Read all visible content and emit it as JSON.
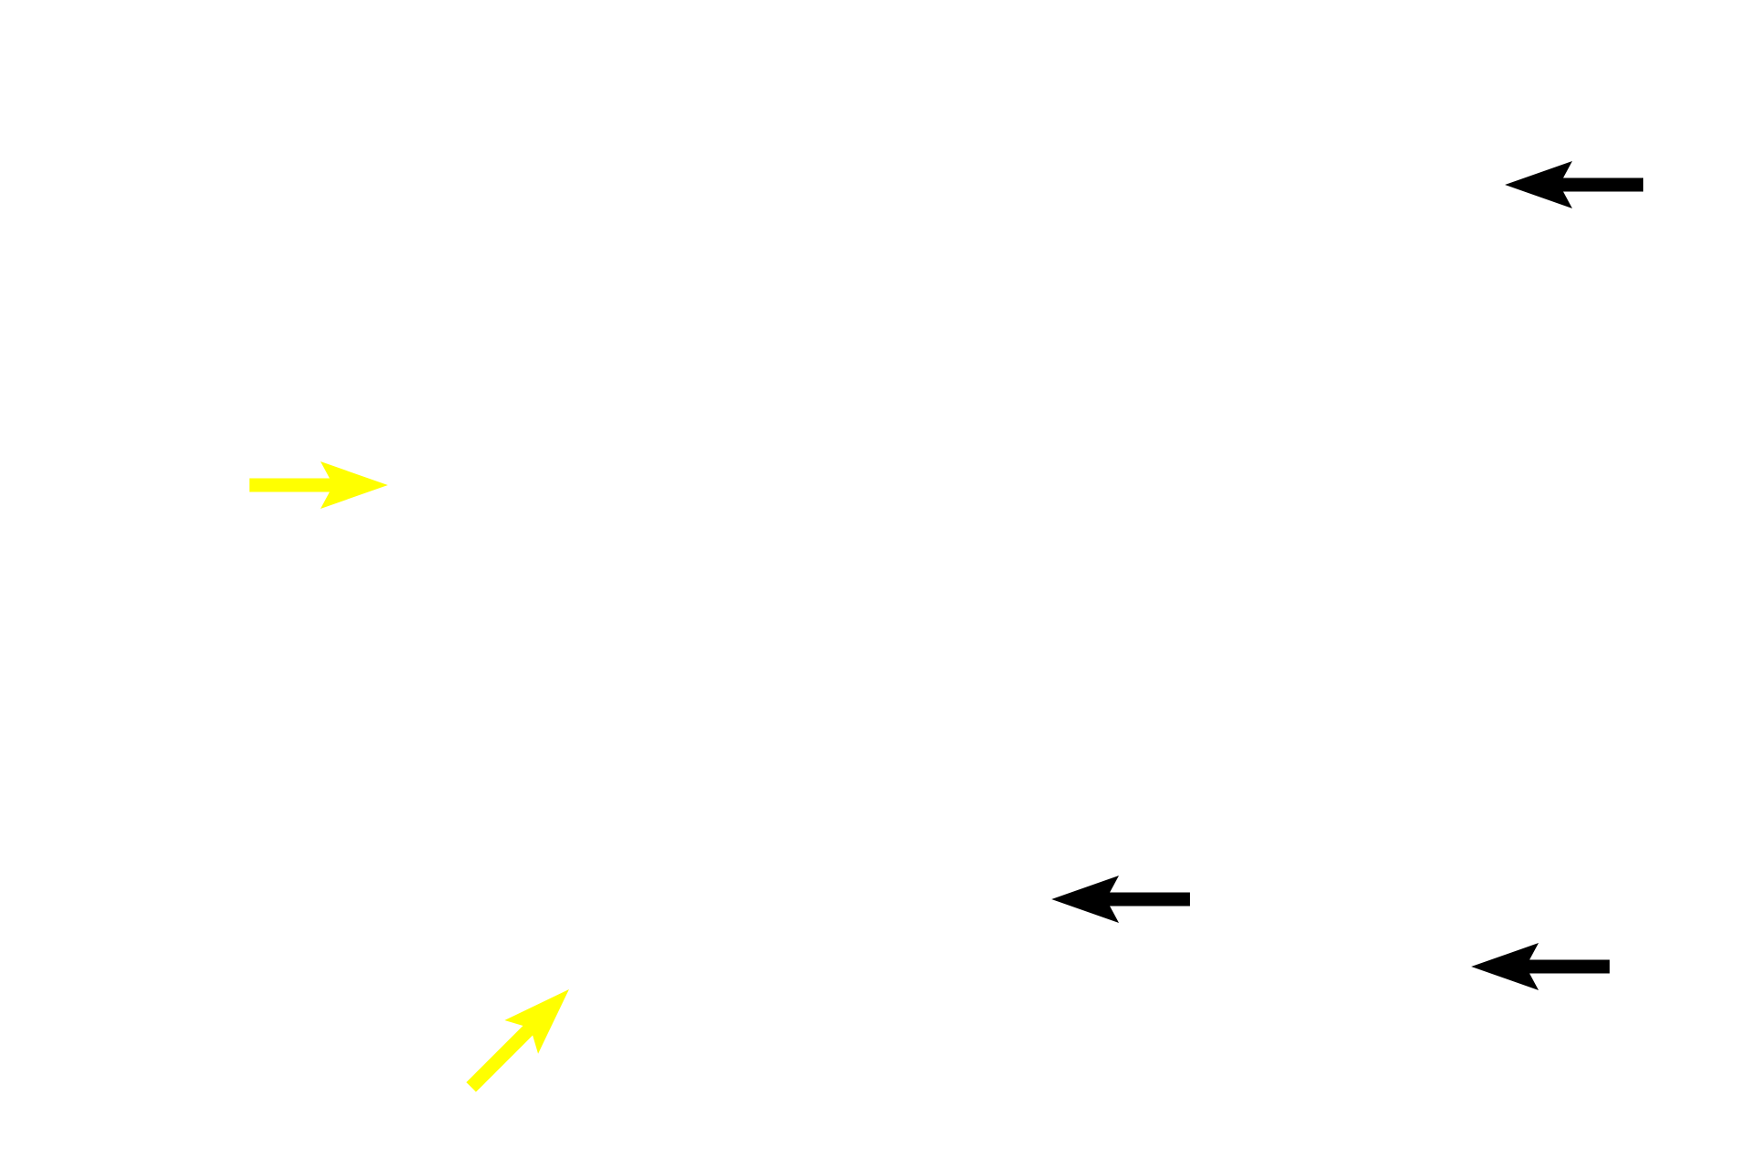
{
  "canvas": {
    "background": "#ffffff"
  },
  "arrows": [
    {
      "name": "black-arrow-top-right",
      "direction": "left",
      "color": "#000000"
    },
    {
      "name": "yellow-arrow-left",
      "direction": "right",
      "color": "#ffff00"
    },
    {
      "name": "black-arrow-bottom-center",
      "direction": "left",
      "color": "#000000"
    },
    {
      "name": "black-arrow-bottom-right",
      "direction": "left",
      "color": "#000000"
    },
    {
      "name": "yellow-arrow-bottom-left",
      "direction": "up-right",
      "color": "#ffff00"
    }
  ]
}
